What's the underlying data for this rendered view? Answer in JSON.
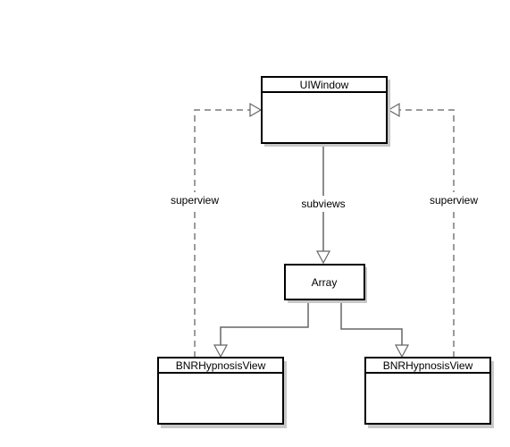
{
  "diagram": {
    "nodes": {
      "window": {
        "title": "UIWindow"
      },
      "array": {
        "title": "Array"
      },
      "view_left": {
        "title": "BNRHypnosisView"
      },
      "view_right": {
        "title": "BNRHypnosisView"
      }
    },
    "edges": {
      "subviews": {
        "label": "subviews"
      },
      "superview_left": {
        "label": "superview"
      },
      "superview_right": {
        "label": "superview"
      }
    },
    "colors": {
      "stroke": "#000000",
      "dashed_line": "#7a7a7a",
      "solid_line": "#666666",
      "shadow": "#c8c8c8",
      "fill": "#ffffff"
    }
  }
}
